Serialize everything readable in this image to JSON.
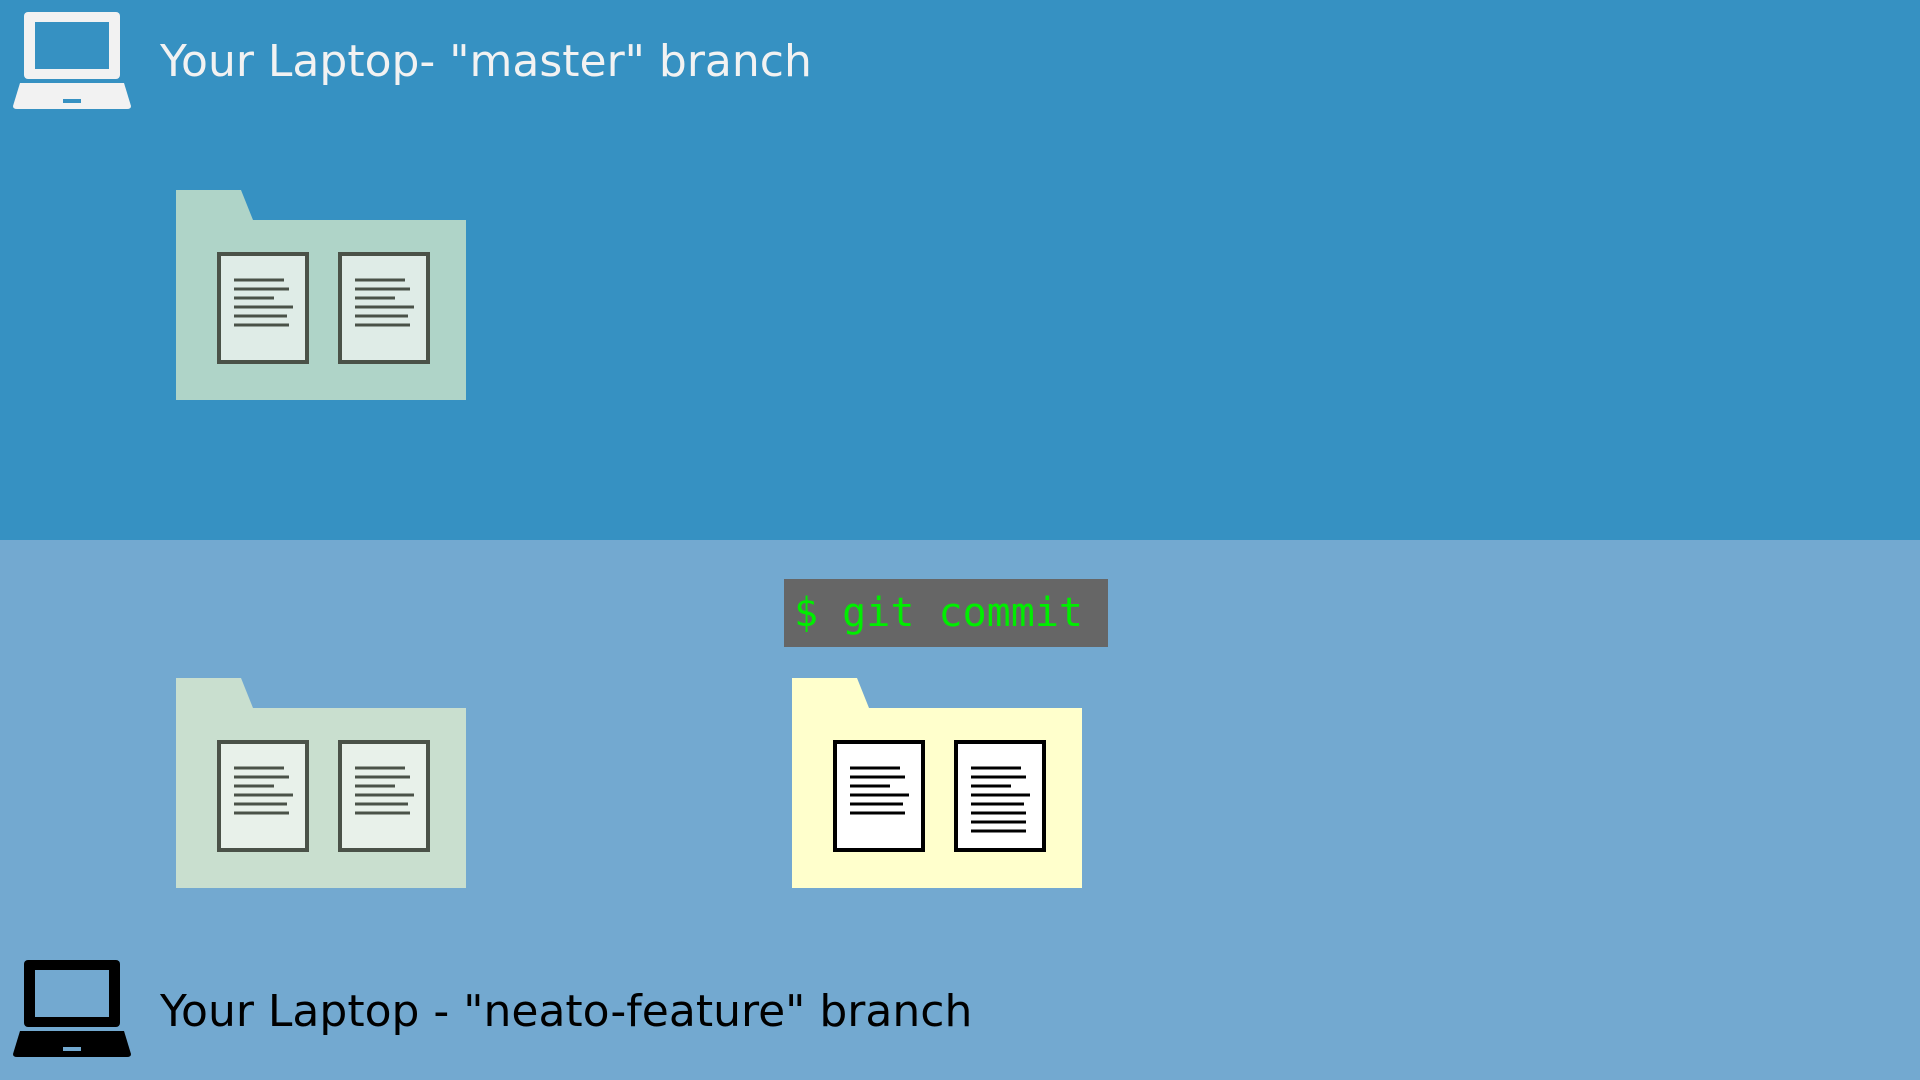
{
  "colors": {
    "top_background": "#3691c2",
    "bottom_background": "#73a9d0",
    "top_text": "#f2f2f2",
    "bottom_text": "#000000",
    "terminal_background": "#666666",
    "terminal_text": "#00ee00",
    "folder_master": "#afd4c8",
    "folder_feature_faded": "#c9dfcf",
    "folder_feature_new": "#ffffcc"
  },
  "top": {
    "icon": "laptop-icon",
    "label": "Your Laptop- \"master\" branch"
  },
  "bottom": {
    "icon": "laptop-icon",
    "label": "Your Laptop - \"neato-feature\" branch",
    "command": "$ git commit"
  }
}
